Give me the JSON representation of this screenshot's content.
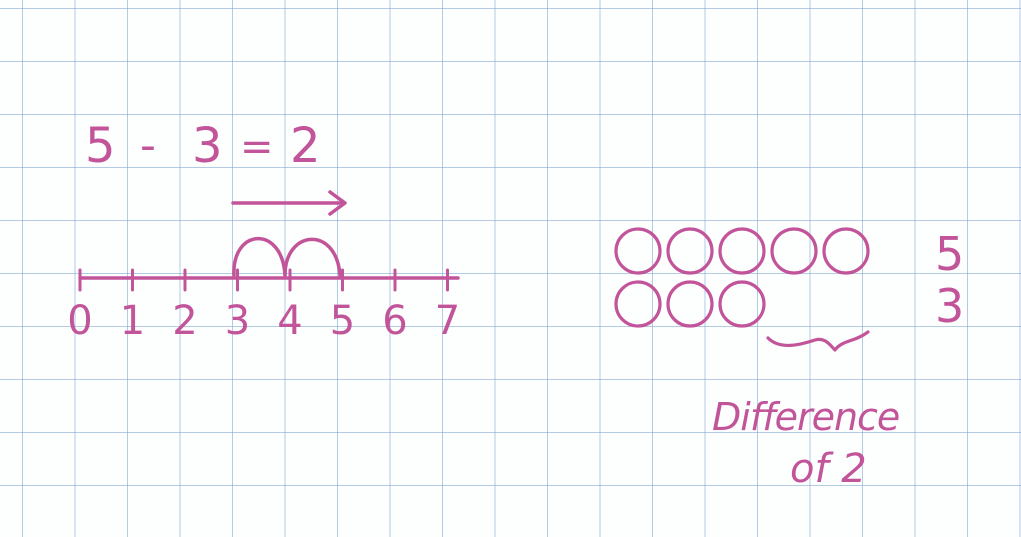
{
  "ink_color": "#c2549a",
  "grid_color": "#78a0cd",
  "equation": {
    "a": "5",
    "minus": "-",
    "b": "3",
    "equals": "=",
    "result": "2"
  },
  "number_line": {
    "labels": [
      "0",
      "1",
      "2",
      "3",
      "4",
      "5",
      "6",
      "7"
    ]
  },
  "circle_model": {
    "top_count_label": "5",
    "bottom_count_label": "3",
    "top_circles": 5,
    "bottom_circles": 3,
    "caption_line1": "Difference",
    "caption_line2": "of  2"
  }
}
